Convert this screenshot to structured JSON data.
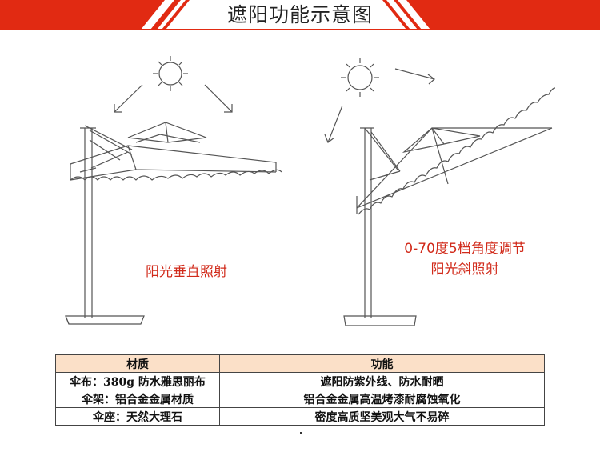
{
  "header": {
    "title": "遮阳功能示意图",
    "accent_color": "#e12a12"
  },
  "captions": {
    "vertical": "阳光垂直照射",
    "angle_line1": "0-70度5档角度调节",
    "angle_line2": "阳光斜照射",
    "color": "#d12a1a"
  },
  "icons": [
    "sun-icon",
    "arrow-icon",
    "umbrella-illustration"
  ],
  "table": {
    "headers": [
      "材质",
      "功能"
    ],
    "header_bg": "#fbe0c8",
    "rows": [
      [
        "伞布：380g 防水雅思丽布",
        "遮阳防紫外线、防水耐晒"
      ],
      [
        "伞架：铝合金金属材质",
        "铝合金金属高温烤漆耐腐蚀氧化"
      ],
      [
        "伞座：天然大理石",
        "密度高质坚美观大气不易碎"
      ]
    ]
  }
}
